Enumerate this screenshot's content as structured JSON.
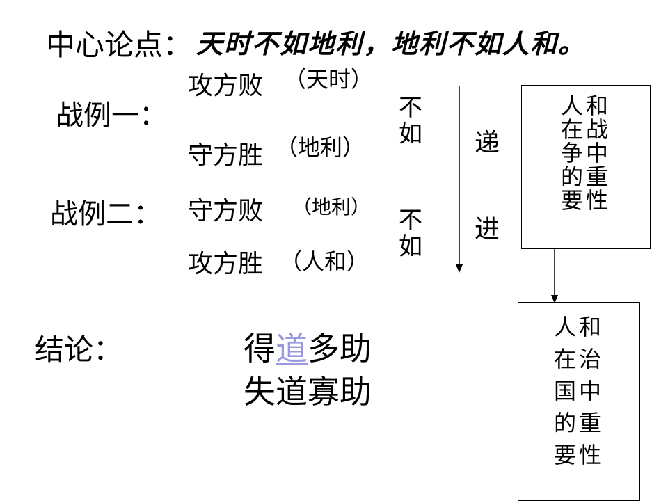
{
  "title": {
    "label": "中心论点：",
    "thesis": "天时不如地利，地利不如人和。"
  },
  "example_one": {
    "label": "战例一：",
    "loser": "攻方败",
    "loser_note": "（天时）",
    "winner": "守方胜",
    "winner_note": "（地利）",
    "comparison": "不如"
  },
  "example_two": {
    "label": "战例二：",
    "loser": "守方败",
    "loser_note": "（地利）",
    "winner": "攻方胜",
    "winner_note": "（人和）",
    "comparison": "不如"
  },
  "progression": {
    "label": "递进",
    "char1": "递",
    "char2": "进"
  },
  "box_war": {
    "text": "人和在战争中的重要性",
    "lines": [
      "人和",
      "在战",
      "争中",
      "的重",
      "要性"
    ]
  },
  "box_state": {
    "text": "人和在治国中的重要性",
    "lines": [
      "人和",
      "在治",
      "国中",
      "的重",
      "要性"
    ]
  },
  "conclusion": {
    "label": "结论：",
    "line1_pre": "得",
    "line1_link": "道",
    "line1_post": "多助",
    "line2": "失道寡助"
  },
  "colors": {
    "link": "#9999dd",
    "text": "#000000"
  }
}
